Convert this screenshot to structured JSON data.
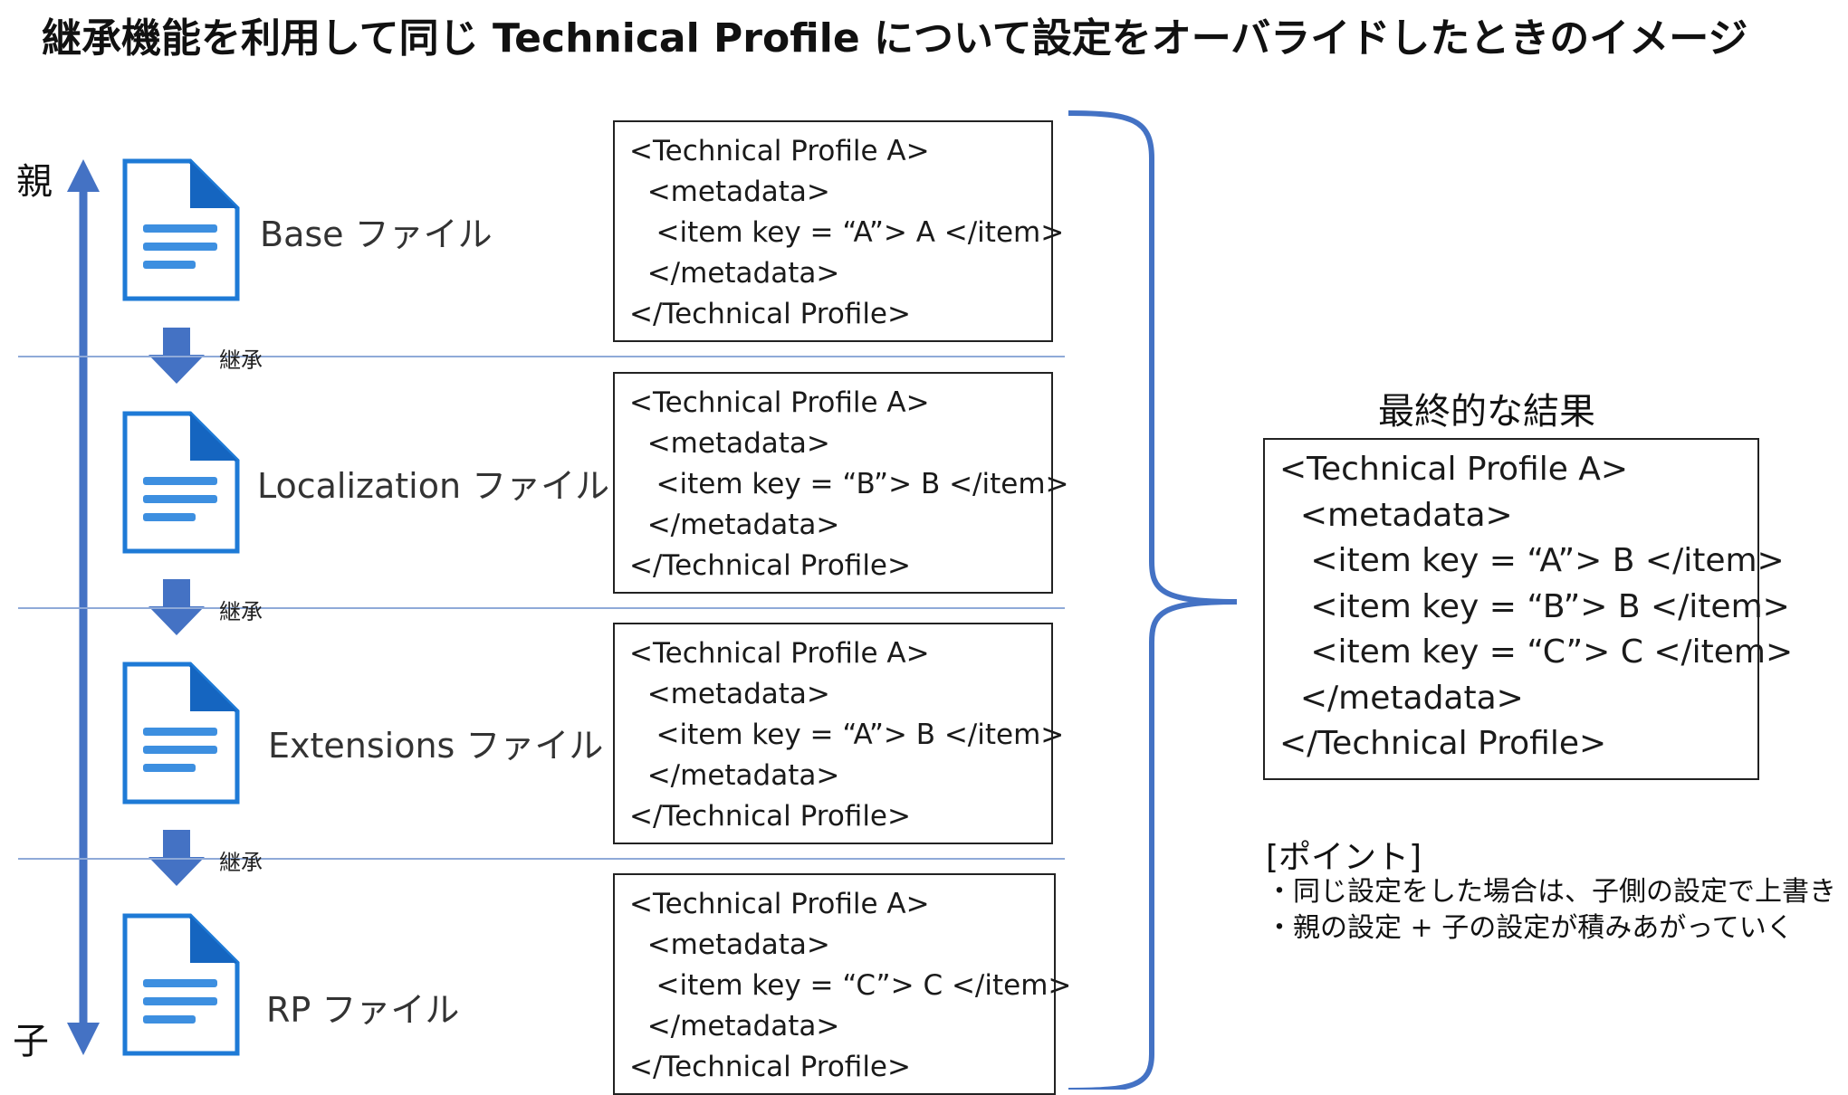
{
  "title": "継承機能を利用して同じ Technical Profile について設定をオーバライドしたときのイメージ",
  "axis": {
    "top_label": "親",
    "bottom_label": "子"
  },
  "inherit_label": "継承",
  "files": [
    {
      "label": "Base ファイル",
      "code": [
        "<Technical Profile A>",
        "  <metadata>",
        "   <item key = “A”> A </item>",
        "  </metadata>",
        "</Technical Profile>"
      ]
    },
    {
      "label": "Localization ファイル",
      "code": [
        "<Technical Profile A>",
        "  <metadata>",
        "   <item key = “B”> B </item>",
        "  </metadata>",
        "</Technical Profile>"
      ]
    },
    {
      "label": "Extensions ファイル",
      "code": [
        "<Technical Profile A>",
        "  <metadata>",
        "   <item key = “A”> B </item>",
        "  </metadata>",
        "</Technical Profile>"
      ]
    },
    {
      "label": "RP ファイル",
      "code": [
        "<Technical Profile A>",
        "  <metadata>",
        "   <item key = “C”> C </item>",
        "  </metadata>",
        "</Technical Profile>"
      ]
    }
  ],
  "result": {
    "title": "最終的な結果",
    "code": [
      "<Technical Profile A>",
      "  <metadata>",
      "   <item key = “A”> B </item>",
      "   <item key = “B”> B </item>",
      "   <item key = “C”> C </item>",
      "  </metadata>",
      "</Technical Profile>"
    ]
  },
  "points": {
    "heading": "[ポイント]",
    "items": [
      "・同じ設定をした場合は、子側の設定で上書き",
      "・親の設定 + 子の設定が積みあがっていく"
    ]
  },
  "colors": {
    "accent": "#4472c4",
    "icon_light": "#2f8ee0",
    "icon_dark": "#1565c0",
    "separator": "#8faad8"
  },
  "icons": {
    "file": "document-icon",
    "inherit": "down-arrow-icon"
  }
}
